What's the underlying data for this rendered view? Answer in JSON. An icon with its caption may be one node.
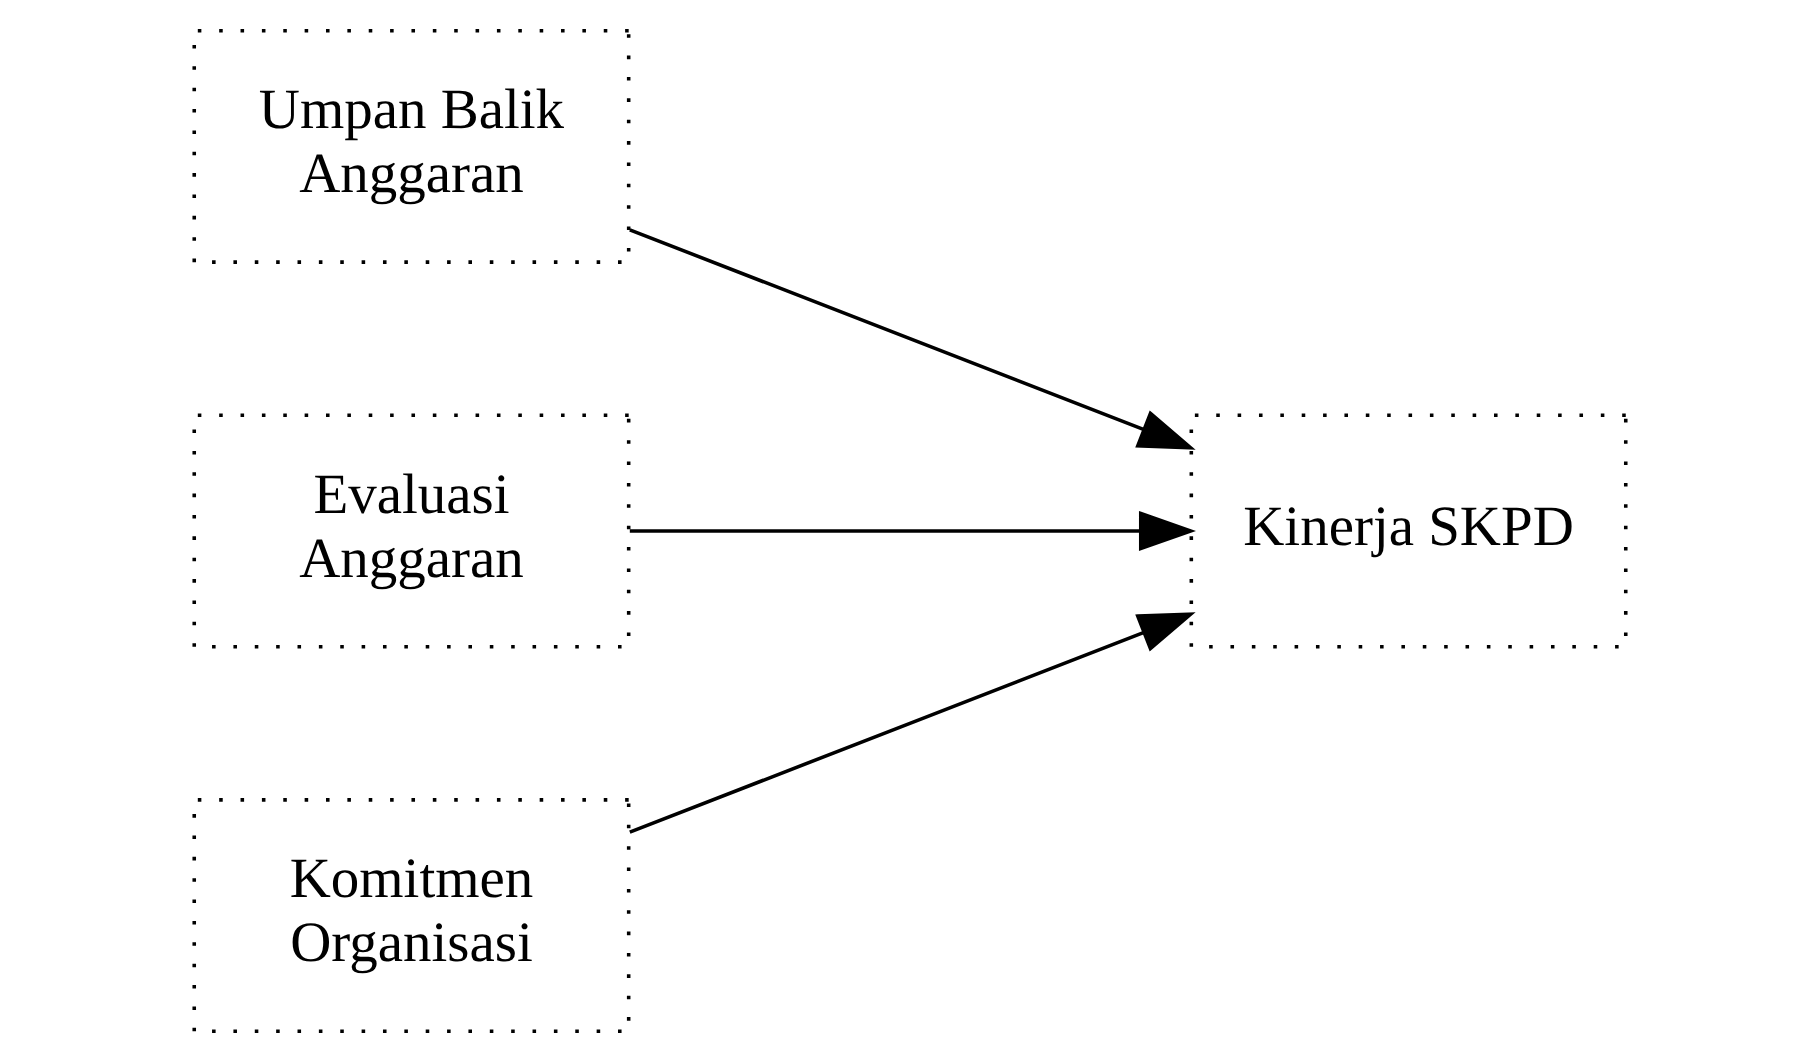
{
  "diagram": {
    "nodes": [
      {
        "text": [
          "Umpan Balik Anggaran"
        ]
      },
      {
        "text": [
          "Evaluasi Anggaran"
        ]
      },
      {
        "text": [
          "Komitmen Organisasi"
        ]
      },
      {
        "text": [
          "Kinerja SKPD"
        ]
      }
    ],
    "edges": [
      {
        "from": 0,
        "to": 3,
        "arrow": "to"
      },
      {
        "from": 1,
        "to": 3,
        "arrow": "to"
      },
      {
        "from": 2,
        "to": 3,
        "arrow": "to"
      }
    ]
  }
}
